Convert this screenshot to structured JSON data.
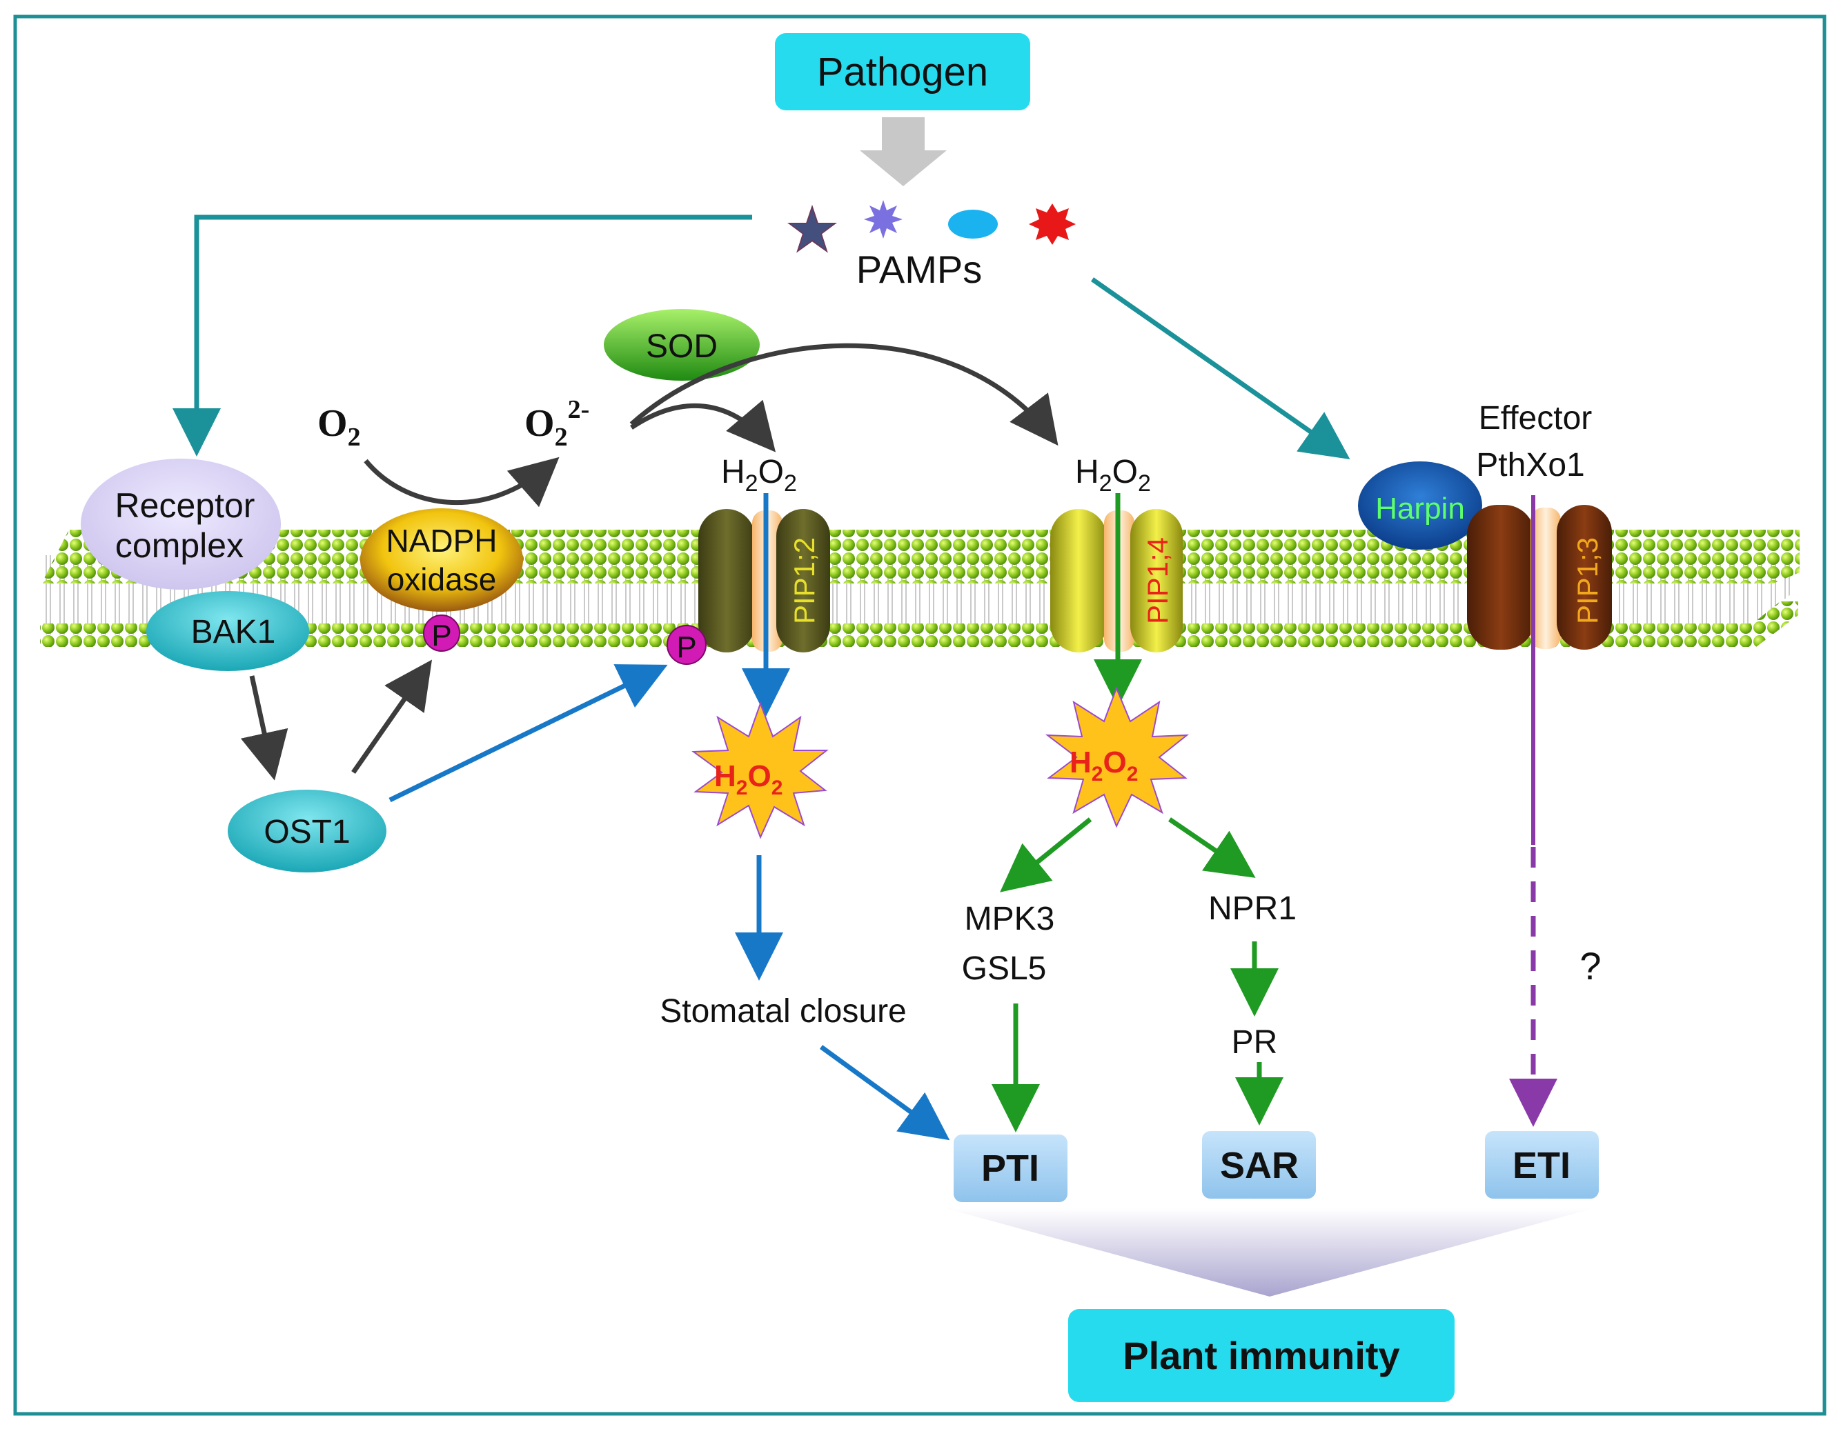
{
  "pathogen": "Pathogen",
  "pamps": "PAMPs",
  "sod": "SOD",
  "o2": {
    "base": "O",
    "sub": "2"
  },
  "superoxide": {
    "base": "O",
    "sub": "2",
    "sup": "2-"
  },
  "h2o2": {
    "h": "H",
    "sub1": "2",
    "o": "O",
    "sub2": "2"
  },
  "receptor_complex": {
    "line1": "Receptor",
    "line2": "complex"
  },
  "bak1": "BAK1",
  "nadph": {
    "line1": "NADPH",
    "line2": "oxidase"
  },
  "phospho": "P",
  "ost1": "OST1",
  "channels": {
    "pip12": "PIP1;2",
    "pip14": "PIP1;4",
    "pip13": "PIP1;3"
  },
  "effector": {
    "line1": "Effector",
    "line2": "PthXo1"
  },
  "harpin": "Harpin",
  "stomatal_closure": "Stomatal closure",
  "mpk3": "MPK3",
  "gsl5": "GSL5",
  "npr1": "NPR1",
  "pr": "PR",
  "question": "?",
  "outcomes": {
    "pti": "PTI",
    "sar": "SAR",
    "eti": "ETI"
  },
  "plant_immunity": "Plant immunity",
  "colors": {
    "border": "#1f8f96",
    "cyan_box": "#27dbef",
    "teal_arrow": "#1b929a",
    "blue_arrow": "#1878c8",
    "green_arrow": "#1f9a22",
    "gray_arrow": "#3c3c3c",
    "purple_arrow": "#8a3aa8",
    "membrane_head": "#8cc81e",
    "outcome_box": "#a9d3f3"
  }
}
